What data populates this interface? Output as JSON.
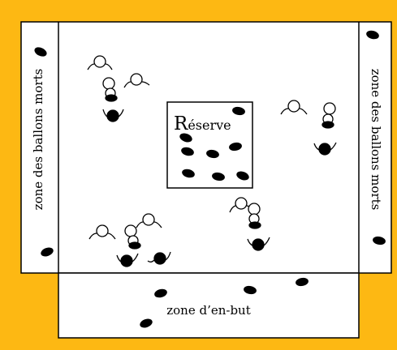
{
  "colors": {
    "background_frame": "#FDB813",
    "field": "#FFFFFF",
    "line": "#000000",
    "ball": "#000000"
  },
  "labels": {
    "dead_ball_zone_left": "zone des ballons morts",
    "dead_ball_zone_right": "zone des ballons morts",
    "in_goal_zone": "zone d’en-but",
    "reserve_initial": "R",
    "reserve_rest": "éserve"
  },
  "icons": {
    "player": "player-icon",
    "ball": "ball-icon"
  }
}
